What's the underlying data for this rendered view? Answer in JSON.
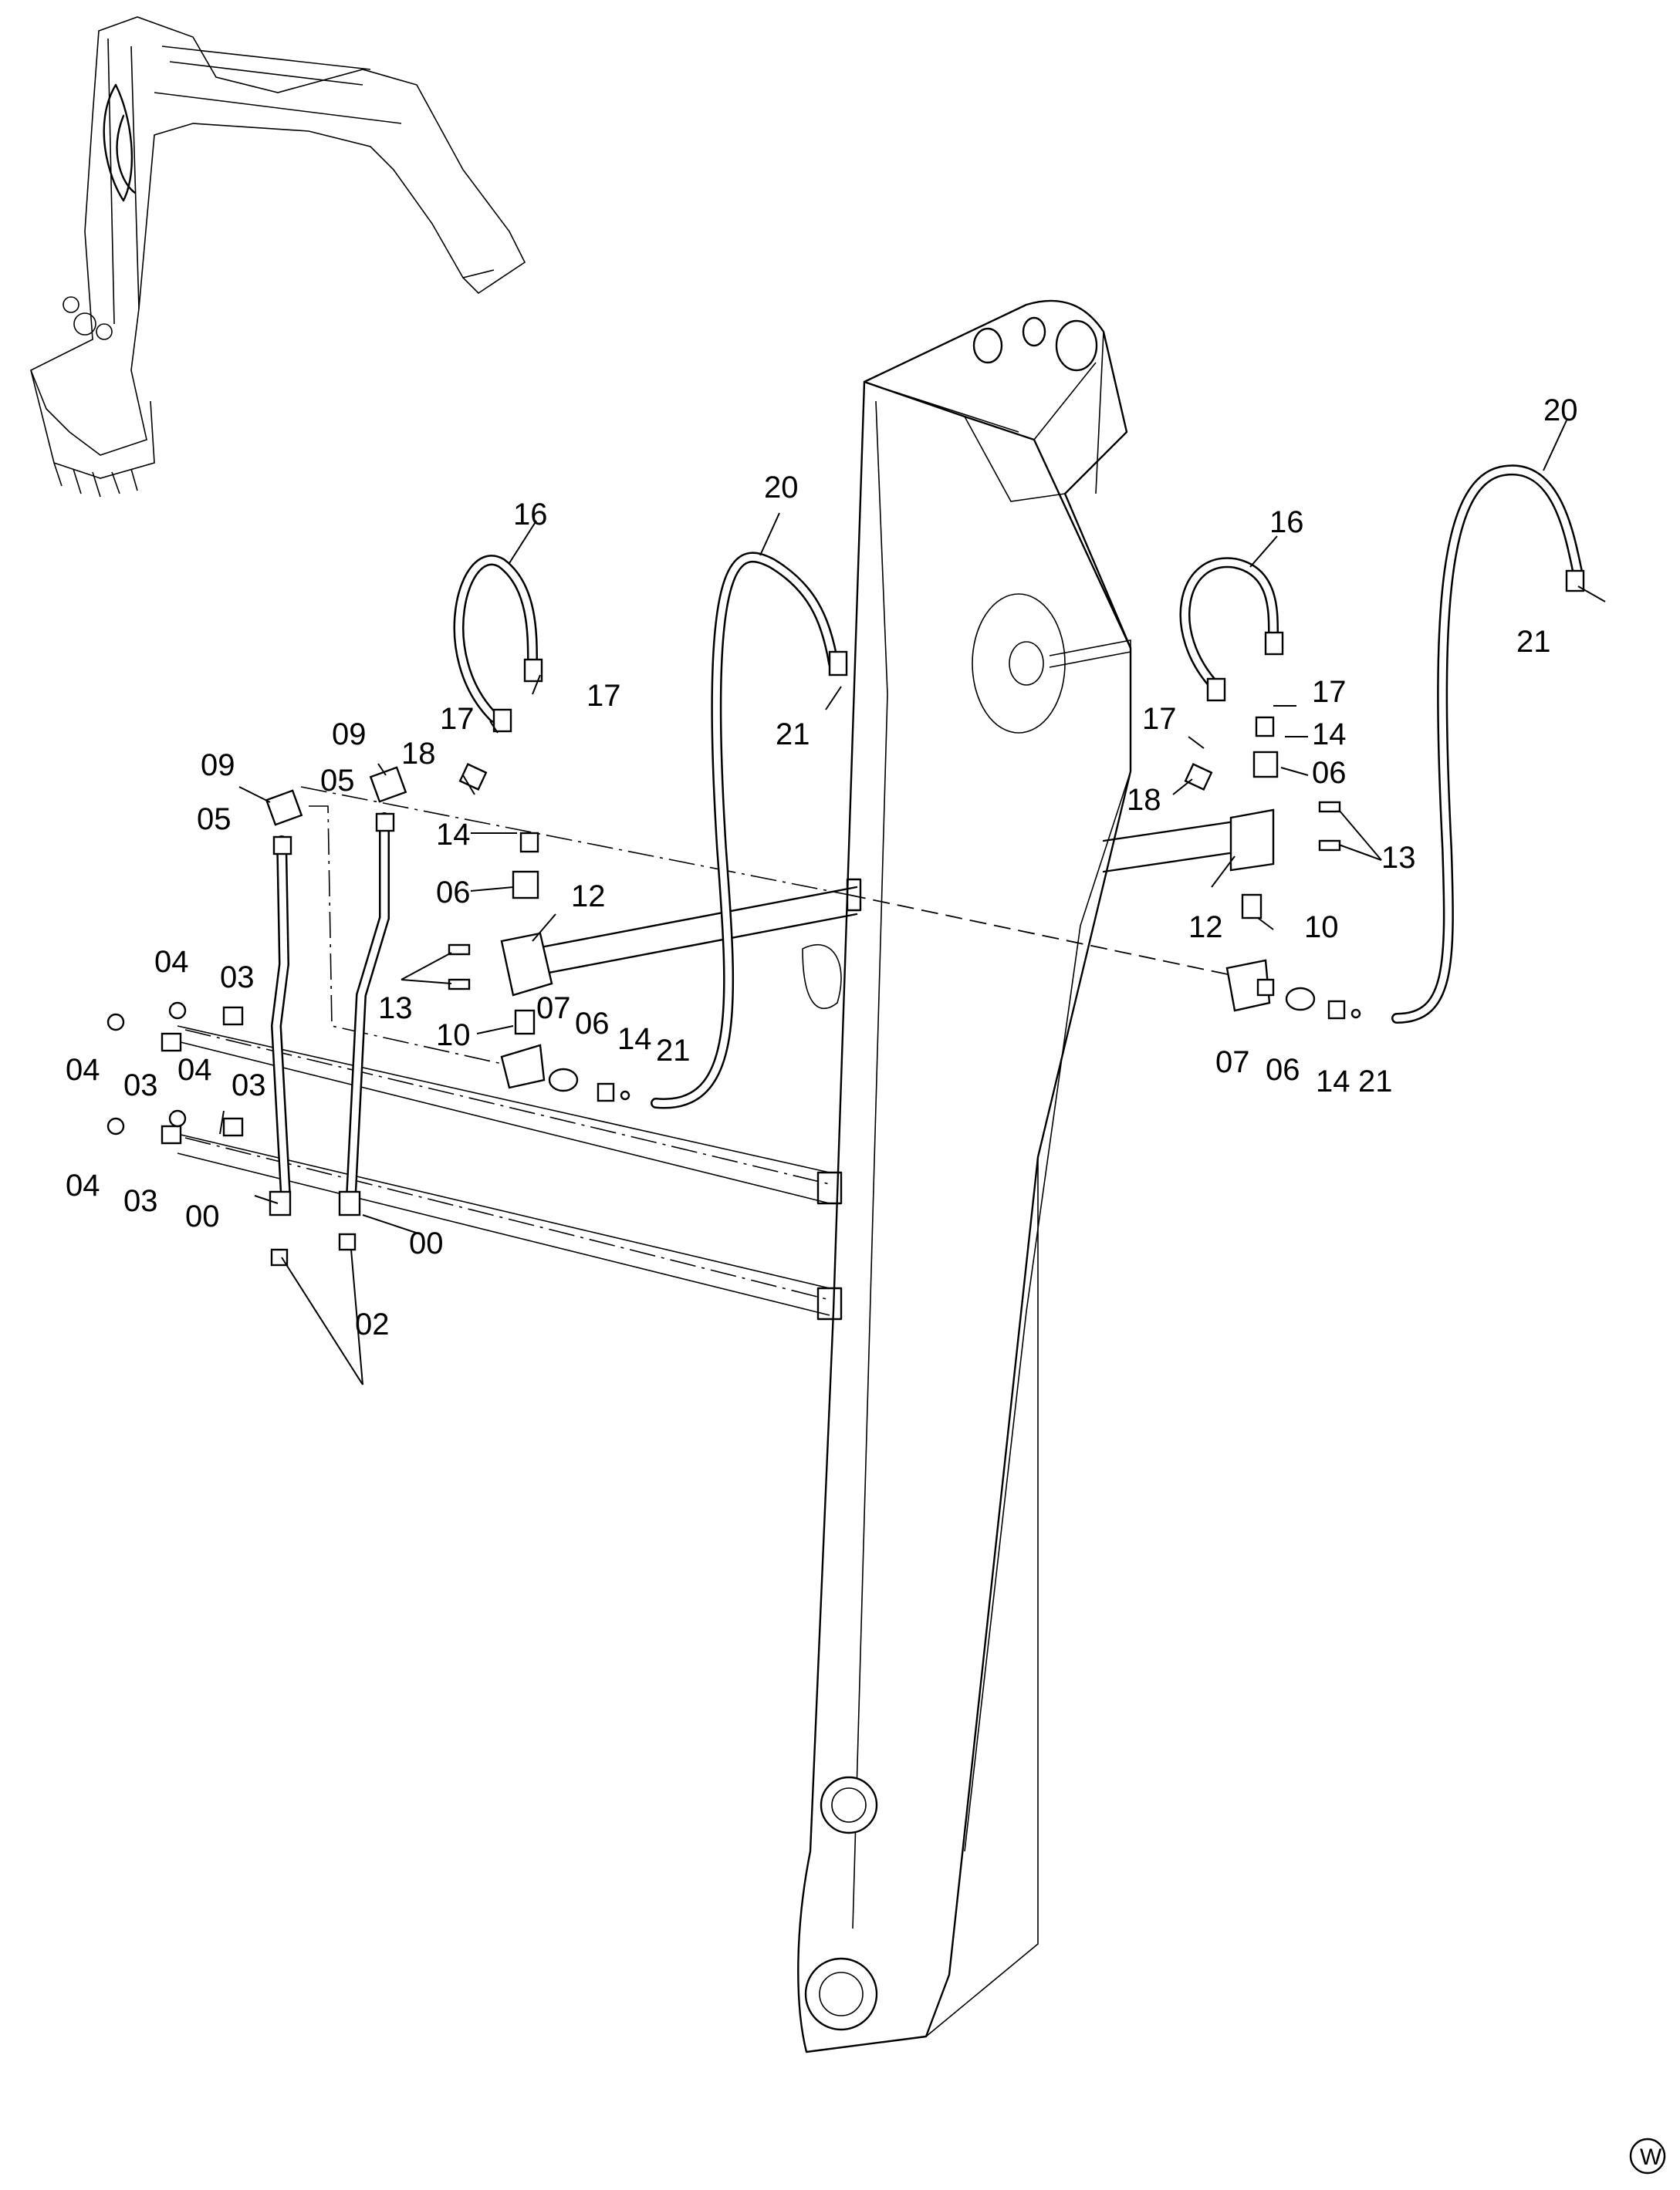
{
  "callouts": {
    "c20_mid": "20",
    "c20_right": "20",
    "c16_left": "16",
    "c16_right": "16",
    "c21_mid": "21",
    "c21_right_top": "21",
    "c17_l1": "17",
    "c17_l2": "17",
    "c17_r1": "17",
    "c17_r2": "17",
    "c18_left": "18",
    "c18_right": "18",
    "c09_a": "09",
    "c09_b": "09",
    "c05_a": "05",
    "c05_b": "05",
    "c14_left": "14",
    "c14_right": "14",
    "c14_low_left": "14",
    "c14_low_right": "14",
    "c06_left": "06",
    "c06_right": "06",
    "c06_low_left": "06",
    "c06_low_right": "06",
    "c12_left": "12",
    "c12_right": "12",
    "c13_left": "13",
    "c13_right": "13",
    "c10_left": "10",
    "c10_right": "10",
    "c07_left": "07",
    "c07_right": "07",
    "c21_low_left": "21",
    "c21_low_right": "21",
    "c04_a": "04",
    "c04_b": "04",
    "c04_c": "04",
    "c04_d": "04",
    "c03_a": "03",
    "c03_b": "03",
    "c03_c": "03",
    "c03_d": "03",
    "c00_a": "00",
    "c00_b": "00",
    "c02": "02"
  },
  "corner_mark": "W"
}
